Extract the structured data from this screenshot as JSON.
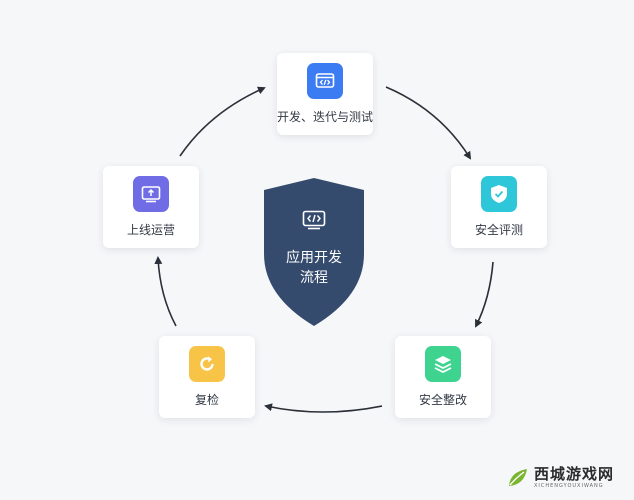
{
  "center": {
    "title_line1": "应用开发",
    "title_line2": "流程",
    "icon": "code-window-icon"
  },
  "nodes": [
    {
      "id": "develop",
      "label": "开发、迭代与测试",
      "icon": "code-window-icon",
      "color": "#3b7cf2"
    },
    {
      "id": "security-eval",
      "label": "安全评测",
      "icon": "shield-check-icon",
      "color": "#2ec6d9"
    },
    {
      "id": "security-fix",
      "label": "安全整改",
      "icon": "layers-icon",
      "color": "#3ed38f"
    },
    {
      "id": "recheck",
      "label": "复检",
      "icon": "refresh-icon",
      "color": "#f7c448"
    },
    {
      "id": "launch",
      "label": "上线运营",
      "icon": "upload-monitor-icon",
      "color": "#6f6ce6"
    }
  ],
  "colors": {
    "shield": "#354b6e",
    "arrow": "#2a2f38"
  },
  "watermark": {
    "title": "西城游戏网",
    "subtitle": "XICHENGYOUXIWANG"
  }
}
